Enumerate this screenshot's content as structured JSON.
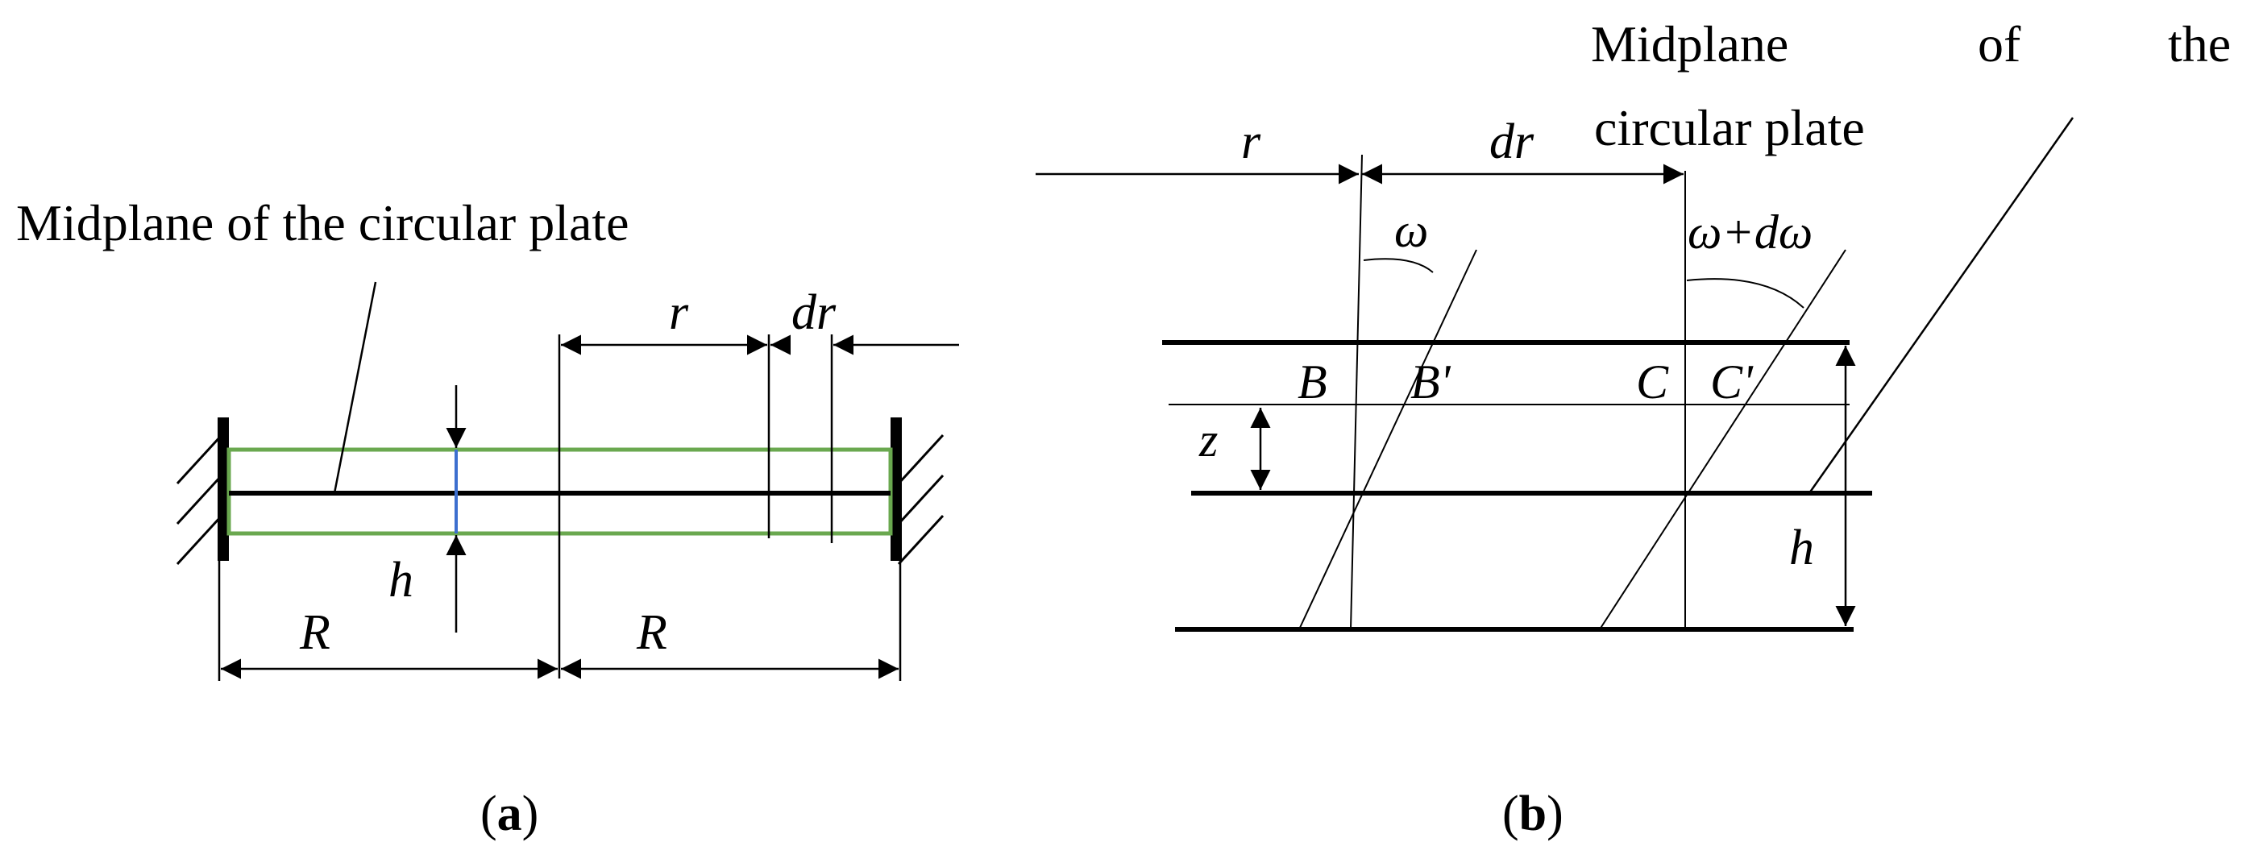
{
  "panel_a": {
    "midplane_label": "Midplane of the circular plate",
    "r": "r",
    "dr": "dr",
    "h": "h",
    "R_left": "R",
    "R_right": "R",
    "caption_open": "(",
    "caption_letter": "a",
    "caption_close": ")"
  },
  "panel_b": {
    "midplane_line1_w1": "Midplane",
    "midplane_line1_w2": "of",
    "midplane_line1_w3": "the",
    "midplane_line2": "circular plate",
    "r": "r",
    "dr": "dr",
    "omega": "ω",
    "omega_dw": "ω+dω",
    "B": "B",
    "B_prime": "B'",
    "C": "C",
    "C_prime": "C'",
    "z": "z",
    "h": "h",
    "caption_open": "(",
    "caption_letter": "b",
    "caption_close": ")"
  },
  "colors": {
    "plate_outline": "#6aa84f",
    "thickness_line": "#3d6fcf",
    "ink": "#000000"
  }
}
